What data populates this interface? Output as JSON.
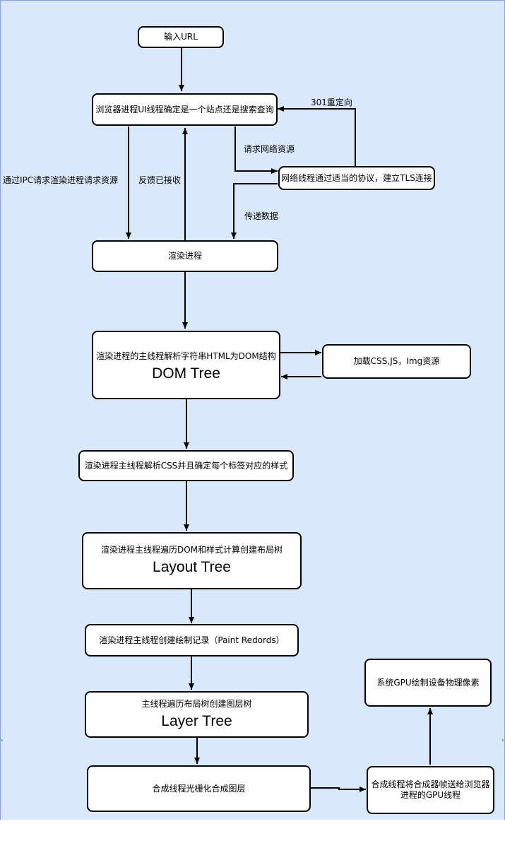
{
  "nodes": {
    "input_url": "输入URL",
    "ui_thread": "浏览器进程UI线程确定是一个站点还是搜索查询",
    "network_thread": "网络线程通过适当的协议，建立TLS连接",
    "render_process": "渲染进程",
    "dom_parse": "渲染进程的主线程解析字符串HTML为DOM结构",
    "dom_tree": "DOM Tree",
    "load_resources": "加载CSS,JS，Img资源",
    "css_parse": "渲染进程主线程解析CSS并且确定每个标签对应的样式",
    "layout_desc": "渲染进程主线程遍历DOM和样式计算创建布局树",
    "layout_tree": "Layout Tree",
    "paint_records": "渲染进程主线程创建绘制记录（Paint Redords）",
    "layer_desc": "主线程遍历布局树创建图层树",
    "layer_tree": "Layer Tree",
    "raster": "合成线程光栅化合成图层",
    "send_frame": "合成线程将合成器帧送给浏览器进程的GPU线程",
    "gpu_draw": "系统GPU绘制设备物理像素"
  },
  "edge_labels": {
    "redirect": "301重定向",
    "request_network": "请求网络资源",
    "ipc_request": "通过IPC请求渲染进程请求资源",
    "feedback": "反馈已接收",
    "transfer_data": "传递数据"
  },
  "colors": {
    "background": "#dae8fc",
    "stroke": "#000000",
    "box_fill": "#ffffff"
  }
}
